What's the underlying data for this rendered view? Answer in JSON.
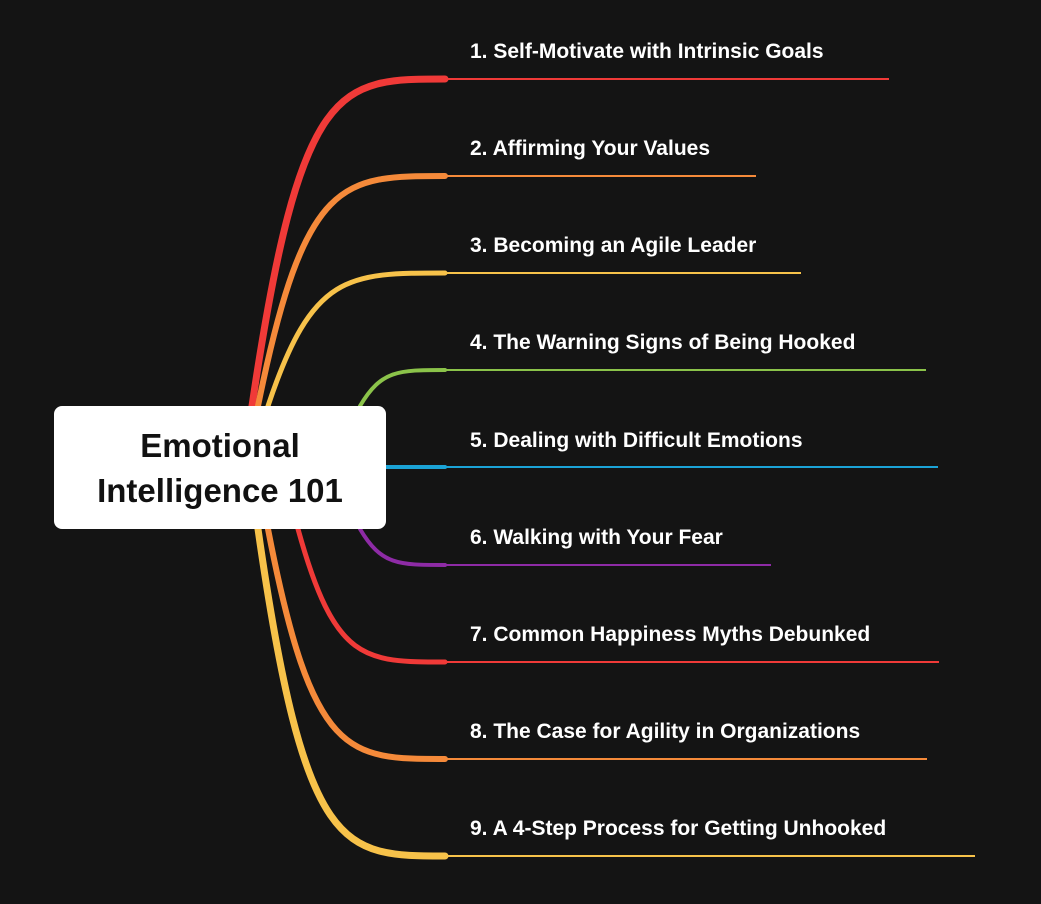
{
  "root": {
    "title_line1": "Emotional",
    "title_line2": "Intelligence 101"
  },
  "branches": [
    {
      "label": "1. Self-Motivate with Intrinsic Goals",
      "color": "#f03a38"
    },
    {
      "label": "2. Affirming Your Values",
      "color": "#f58a3a"
    },
    {
      "label": "3. Becoming an Agile Leader",
      "color": "#f7c24a"
    },
    {
      "label": "4. The Warning Signs of Being Hooked",
      "color": "#8bc34a"
    },
    {
      "label": "5. Dealing with Difficult Emotions",
      "color": "#1ba3d6"
    },
    {
      "label": "6. Walking with Your Fear",
      "color": "#8e2ba6"
    },
    {
      "label": "7. Common Happiness Myths Debunked",
      "color": "#f03a38"
    },
    {
      "label": "8. The Case for Agility in Organizations",
      "color": "#f58a3a"
    },
    {
      "label": "9. A 4-Step Process for Getting Unhooked",
      "color": "#f7c24a"
    }
  ]
}
